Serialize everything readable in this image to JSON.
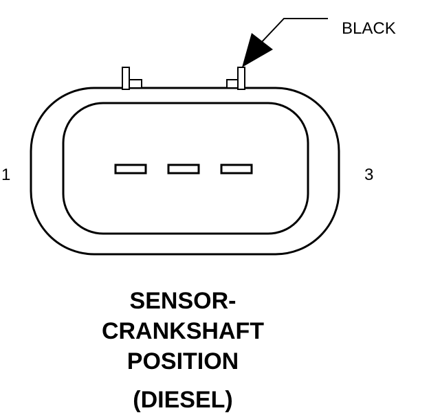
{
  "connector": {
    "wire_color_label": "BLACK",
    "pin_left_label": "1",
    "pin_right_label": "3",
    "cavity_count": 3
  },
  "title": {
    "line1": "SENSOR-",
    "line2": "CRANKSHAFT",
    "line3": "POSITION",
    "variant": "(DIESEL)"
  },
  "colors": {
    "ink": "#000000",
    "background": "#ffffff"
  }
}
